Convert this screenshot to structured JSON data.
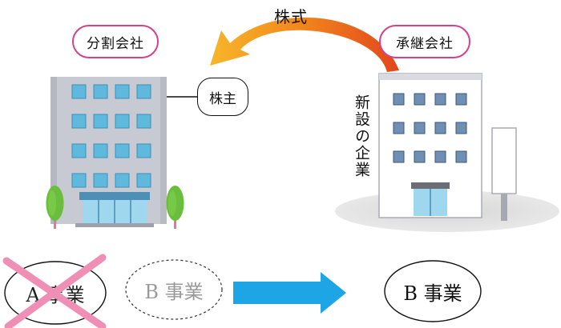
{
  "labels": {
    "split_company": "分割会社",
    "successor_company": "承継会社",
    "shares": "株式",
    "shareholder": "株主",
    "new_company": "新設の企業",
    "business_a": "A 事業",
    "business_b_dashed": "B 事業",
    "business_b": "B 事業"
  },
  "colors": {
    "pill_border": "#d4428a",
    "arrow_orange": "#f39a1e",
    "arrow_red": "#e2461b",
    "transfer_arrow": "#1ea5e6",
    "cross": "#ef8fb6",
    "building_gray": "#c9ccd4",
    "window_blue": "#5fb9dc",
    "tree_green": "#6bbd3e"
  }
}
